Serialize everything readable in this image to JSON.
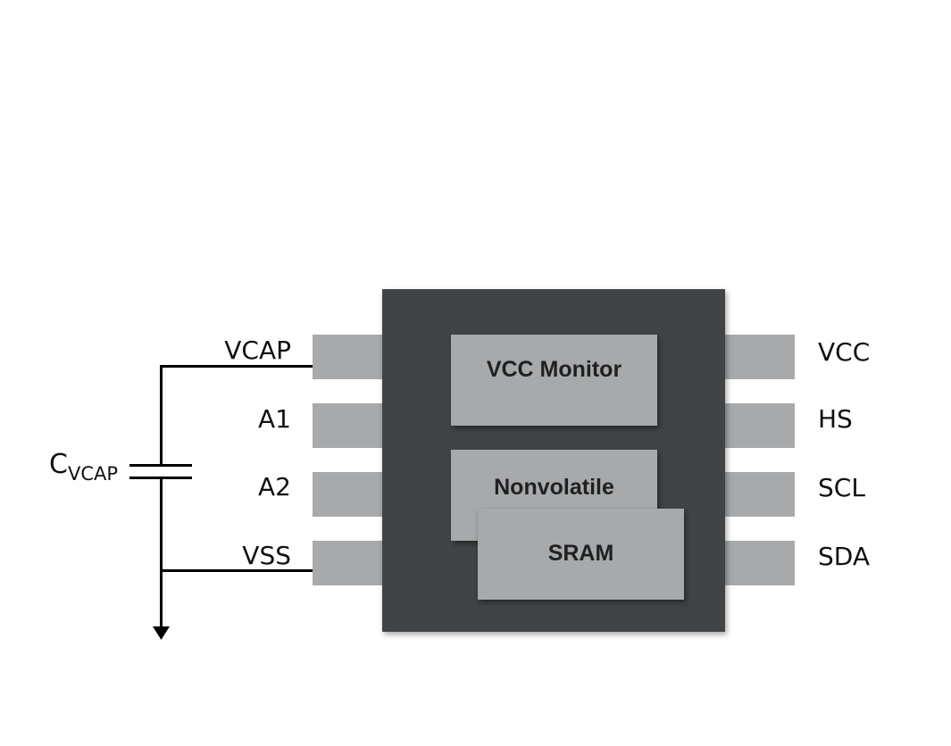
{
  "chip": {
    "blocks": {
      "vcc_monitor": "VCC Monitor",
      "nonvolatile": "Nonvolatile",
      "sram": "SRAM"
    },
    "left_pins": [
      "VCAP",
      "A1",
      "A2",
      "VSS"
    ],
    "right_pins": [
      "VCC",
      "HS",
      "SCL",
      "SDA"
    ]
  },
  "capacitor": {
    "label_main": "C",
    "label_sub": "VCAP"
  },
  "colors": {
    "package": "#414446",
    "pin": "#a7a9ab",
    "block": "#a7a9ab",
    "wire": "#000000"
  }
}
